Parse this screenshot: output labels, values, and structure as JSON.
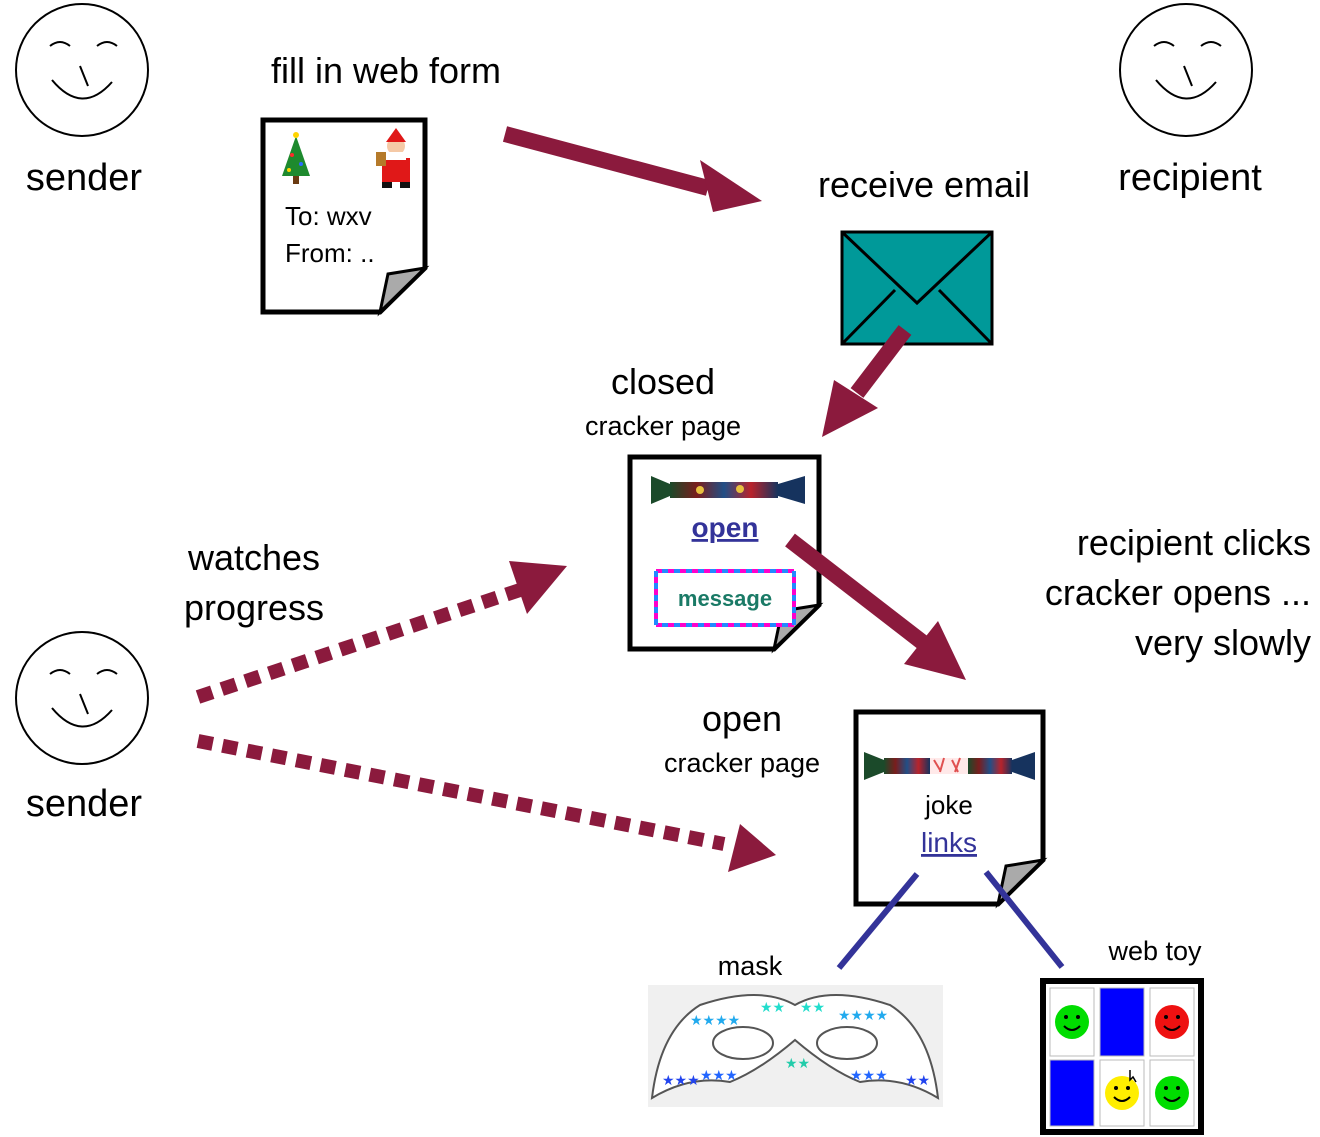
{
  "actors": {
    "sender_top": "sender",
    "recipient": "recipient",
    "sender_bottom": "sender"
  },
  "steps": {
    "fill_form": "fill in web form",
    "receive_email": "receive email",
    "closed_title": "closed",
    "closed_sub": "cracker page",
    "open_title": "open",
    "open_sub": "cracker page",
    "watches_line1": "watches",
    "watches_line2": "progress",
    "clicks_line1": "recipient clicks",
    "clicks_line2": "cracker opens ...",
    "clicks_line3": "very slowly"
  },
  "form_page": {
    "to": "To: wxv",
    "from": "From: .."
  },
  "closed_page": {
    "open_link": "open",
    "message": "message"
  },
  "open_page": {
    "joke": "joke",
    "links": "links"
  },
  "outputs": {
    "mask": "mask",
    "web_toy": "web toy"
  },
  "colors": {
    "arrow": "#8b1a3d",
    "link_line": "#333399",
    "envelope": "#009999",
    "toy_green": "#00dd00",
    "toy_red": "#ee1111",
    "toy_yellow": "#ffee00",
    "toy_blue": "#0000ff"
  }
}
